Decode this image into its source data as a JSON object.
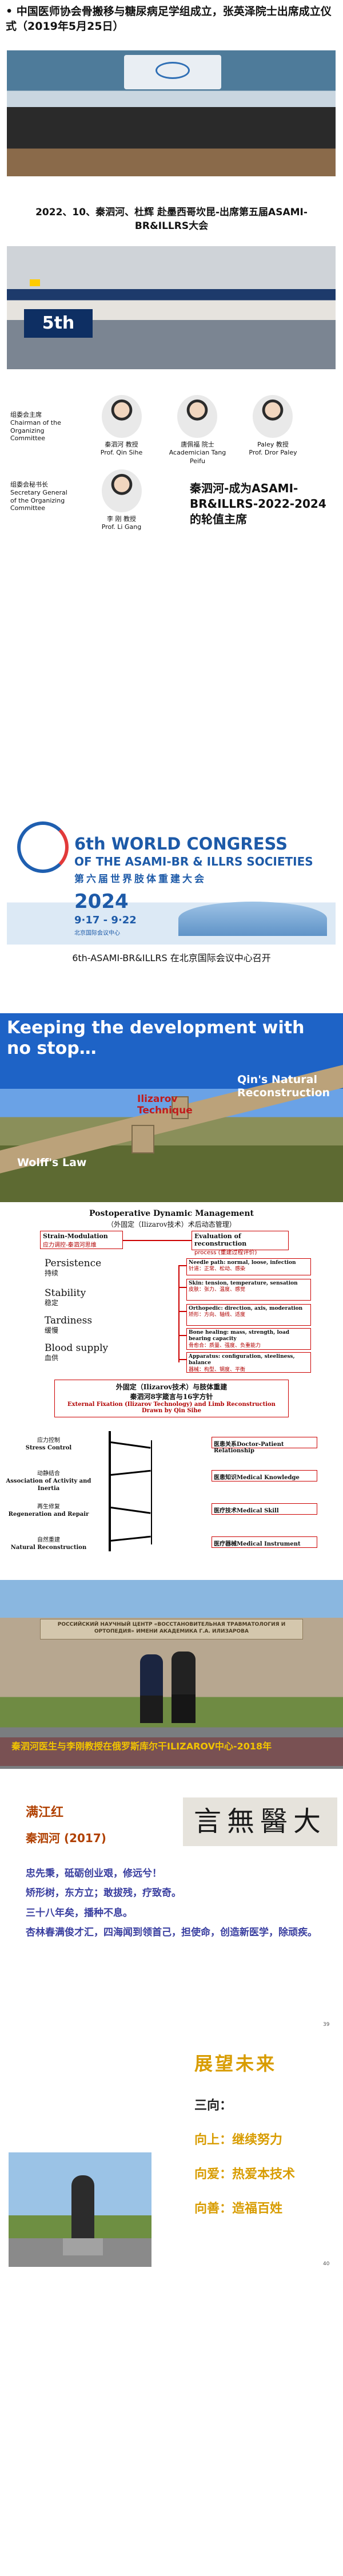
{
  "slide1": {
    "bullet": "•",
    "title": "中国医师协会骨搬移与糖尿病足学组成立，张英泽院士出席成立仪式（2019年5月25日）"
  },
  "slide2": {
    "title": "2022、10、秦泗河、杜辉 赴墨西哥坎昆-出席第五届ASAMI-BR&ILLRS大会",
    "banner_text": "5th"
  },
  "slide3": {
    "left_labels": [
      {
        "cn": "组委会主席",
        "en": "Chairman of the Organizing Committee"
      },
      {
        "cn": "组委会秘书长",
        "en": "Secretary General of the Organizing Committee"
      }
    ],
    "people": [
      {
        "cn": "秦泗河 教授",
        "en": "Prof. Qin Sihe"
      },
      {
        "cn": "唐佩福 院士",
        "en": "Academician Tang Peifu"
      },
      {
        "cn": "Paley 教授",
        "en": "Prof. Dror Paley"
      },
      {
        "cn": "李 刚 教授",
        "en": "Prof. Li Gang"
      }
    ],
    "announcement": "秦泗河-成为ASAMI-BR&ILLRS-2022-2024的轮值主席"
  },
  "slide4": {
    "line1": "6th WORLD CONGRESS",
    "line2": "OF THE ASAMI-BR & ILLRS SOCIETIES",
    "line3": "第六届世界肢体重建大会",
    "year": "2024",
    "dates": "9·17 - 9·22",
    "venue": "北京国际会议中心",
    "caption": "6th-ASAMI-BR&ILLRS 在北京国际会议中心召开"
  },
  "slide5": {
    "title": "Keeping the development with no stop…",
    "labels": {
      "qin": "Qin's Natural Reconstruction",
      "ilizarov": "Ilizarov Technique",
      "wolff": "Wolff's Law"
    }
  },
  "slide6": {
    "title": "Postoperative Dynamic Management",
    "subtitle": "（外固定（Ilizarov技术）术后动态管理）",
    "left_header": {
      "en": "Strain-Modulation",
      "cn": "应力调控-秦泗河思维"
    },
    "right_header": {
      "en": "Evaluation of reconstruction",
      "cn": "process (重建过程评价)"
    },
    "terms": [
      {
        "en": "Persistence",
        "cn": "持续"
      },
      {
        "en": "Stability",
        "cn": "稳定"
      },
      {
        "en": "Tardiness",
        "cn": "缓慢"
      },
      {
        "en": "Blood supply",
        "cn": "血供"
      }
    ],
    "evaluations": [
      {
        "en": "Needle path: normal, loose, infection",
        "cn": "针道：正常、松动、感染"
      },
      {
        "en": "Skin: tension, temperature, sensation",
        "cn": "皮肤：张力、温度、感觉"
      },
      {
        "en": "Orthopedic: direction, axis, moderation",
        "cn": "矫形：方向、轴线、适度"
      },
      {
        "en": "Bone healing: mass, strength, load bearing capacity",
        "cn": "骨愈合：质量、强度、负重能力"
      },
      {
        "en": "Apparatus: configuration, steeliness, balance",
        "cn": "器械：构型、钢度、平衡"
      }
    ]
  },
  "slide7": {
    "title1": "外固定（Ilizarov技术）与肢体重建",
    "title2": "秦泗河8字箴言与16字方针",
    "title3": "External Fixation (Ilizarov Technology) and Limb Reconstruction",
    "title4": "Drawn by Qin Sihe",
    "pillars": [
      {
        "cn": "应力控制",
        "en": "Stress Control"
      },
      {
        "cn": "动静结合",
        "en": "Association of Activity and Inertia"
      },
      {
        "cn": "再生修复",
        "en": "Regeneration and Repair"
      },
      {
        "cn": "自然重建",
        "en": "Natural Reconstruction"
      }
    ],
    "outcomes": [
      "医患关系Doctor-Patient Relationship",
      "医患知识Medical Knowledge",
      "医疗技术Medical Skill",
      "医疗器械Medical Instrument"
    ]
  },
  "slide8": {
    "building_sign": "РОССИЙСКИЙ НАУЧНЫЙ ЦЕНТР «ВОССТАНОВИТЕЛЬНАЯ ТРАВМАТОЛОГИЯ И ОРТОПЕДИЯ» ИМЕНИ АКАДЕМИКА Г.А. ИЛИЗАРОВА",
    "caption": "秦泗河医生与李刚教授在俄罗斯库尔干ILIZAROV中心-2018年"
  },
  "slide9": {
    "poem_title": "满江红",
    "poem_author": "秦泗河 (2017)",
    "calligraphy": "大醫無言",
    "lines": [
      "忠先秉，砥砺创业艰，修远兮！",
      "矫形树，东方立；敢拔残，疗致奇。",
      "三十八年矣，播种不息。",
      "杏林春满俊才汇，四海闻到领首己，担使命，创造新医学，除顽疾。"
    ],
    "page": "39"
  },
  "slide10": {
    "title": "展望未来",
    "subtitle": "三向：",
    "items": [
      "向上：继续努力",
      "向爱：热爱本技术",
      "向善：造福百姓"
    ],
    "page": "40"
  }
}
